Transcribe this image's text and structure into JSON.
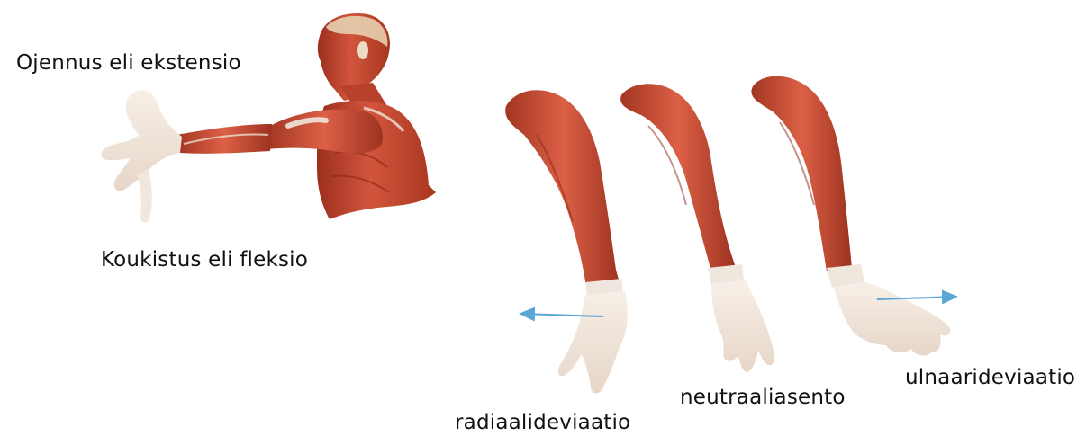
{
  "labels": {
    "extension": "Ojennus eli ekstensio",
    "flexion": "Koukistus eli fleksio",
    "radial_deviation": "radiaalideviaatio",
    "neutral_position": "neutraaliasento",
    "ulnar_deviation": "ulnaarideviaatio"
  },
  "colors": {
    "muscle": "#c0422b",
    "muscle_light": "#e06b52",
    "muscle_dark": "#8e2a1a",
    "tendon": "#eee4da",
    "skin_hand": "#f3e8de",
    "arrow": "#5aa6d6"
  },
  "icons": {
    "torso": "muscle-torso-illustration",
    "arm_radial": "forearm-radial-deviation-illustration",
    "arm_neutral": "forearm-neutral-illustration",
    "arm_ulnar": "forearm-ulnar-deviation-illustration",
    "arrow_left": "arrow-left-icon",
    "arrow_right": "arrow-right-icon"
  }
}
